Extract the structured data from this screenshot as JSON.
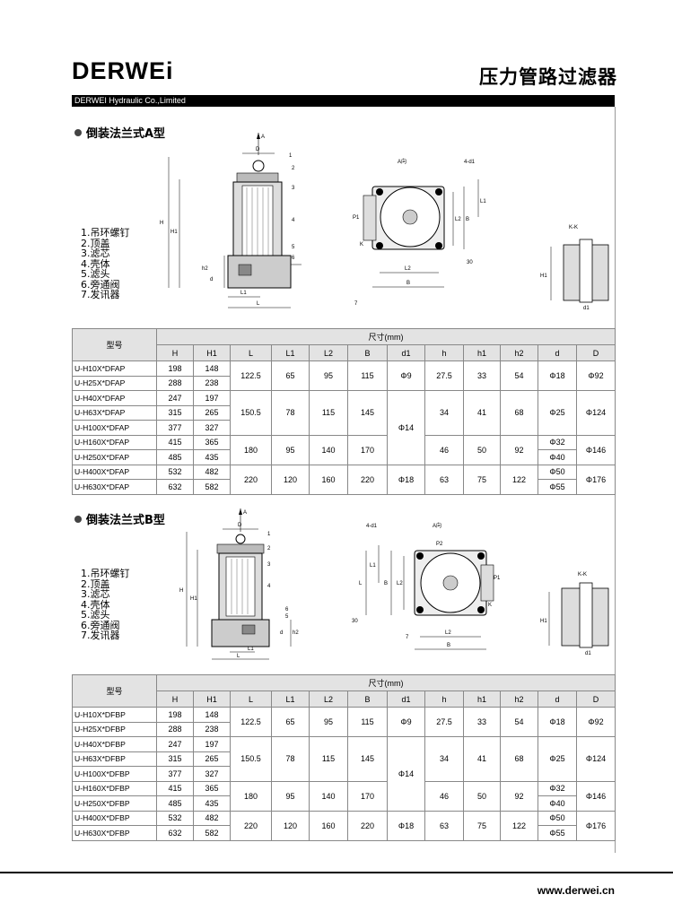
{
  "header": {
    "brand": "DERWEi",
    "title": "压力管路过滤器",
    "company": "DERWEI Hydraulic Co.,Limited"
  },
  "footer": {
    "url": "www.derwei.cn"
  },
  "sections": [
    {
      "title": "倒装法兰式A型",
      "parts": [
        "1.吊环螺钉",
        "2.顶盖",
        "3.滤芯",
        "4.壳体",
        "5.滤头",
        "6.旁通阀",
        "7.发讯器"
      ],
      "labels": {
        "a": "A",
        "d": "D",
        "h": "H",
        "h1": "H1",
        "h2": "h2",
        "dd": "d",
        "l1": "L1",
        "l": "L",
        "p1": "P1",
        "k": "K",
        "b": "B",
        "l2": "L2",
        "ad": "A向",
        "n4d1": "4-d1",
        "kk": "K-K",
        "dsmall": "d1",
        "h30": "30",
        "sevens": "7"
      },
      "table": {
        "model_header": "型号",
        "dim_header": "尺寸(mm)",
        "columns": [
          "H",
          "H1",
          "L",
          "L1",
          "L2",
          "B",
          "d1",
          "h",
          "h1",
          "h2",
          "d",
          "D"
        ],
        "rows": [
          {
            "model": "U-H10X*DFAP",
            "H": "198",
            "H1": "148"
          },
          {
            "model": "U-H25X*DFAP",
            "H": "288",
            "H1": "238"
          },
          {
            "model": "U-H40X*DFAP",
            "H": "247",
            "H1": "197"
          },
          {
            "model": "U-H63X*DFAP",
            "H": "315",
            "H1": "265"
          },
          {
            "model": "U-H100X*DFAP",
            "H": "377",
            "H1": "327"
          },
          {
            "model": "U-H160X*DFAP",
            "H": "415",
            "H1": "365"
          },
          {
            "model": "U-H250X*DFAP",
            "H": "485",
            "H1": "435"
          },
          {
            "model": "U-H400X*DFAP",
            "H": "532",
            "H1": "482"
          },
          {
            "model": "U-H630X*DFAP",
            "H": "632",
            "H1": "582"
          }
        ],
        "g1": {
          "L": "122.5",
          "L1": "65",
          "L2": "95",
          "B": "115",
          "d1": "Φ9",
          "h": "27.5",
          "h1": "33",
          "h2": "54",
          "d": "Φ18",
          "D": "Φ92"
        },
        "g2": {
          "L": "150.5",
          "L1": "78",
          "L2": "115",
          "B": "145",
          "h": "34",
          "h1": "41",
          "h2": "68",
          "d": "Φ25",
          "D": "Φ124"
        },
        "d1mid": "Φ14",
        "g3": {
          "L": "180",
          "L1": "95",
          "L2": "140",
          "B": "170",
          "h": "46",
          "h1": "50",
          "h2": "92",
          "d_a": "Φ32",
          "d_b": "Φ40",
          "D": "Φ146"
        },
        "g4": {
          "L": "220",
          "L1": "120",
          "L2": "160",
          "B": "220",
          "d1": "Φ18",
          "h": "63",
          "h1": "75",
          "h2": "122",
          "d_a": "Φ50",
          "d_b": "Φ55",
          "D": "Φ176"
        }
      }
    },
    {
      "title": "倒装法兰式B型",
      "parts": [
        "1.吊环螺钉",
        "2.顶盖",
        "3.滤芯",
        "4.壳体",
        "5.滤头",
        "6.旁通阀",
        "7.发讯器"
      ],
      "labels": {
        "a": "A",
        "d": "D",
        "h": "H",
        "h1": "H1",
        "h2": "h2",
        "dd": "d",
        "l1": "L1",
        "l": "L",
        "p1": "P1",
        "p2": "P2",
        "k": "K",
        "b": "B",
        "l2": "L2",
        "ad": "A向",
        "n4d1": "4-d1",
        "kk": "K-K",
        "dsmall": "d1",
        "h30": "30",
        "sevens": "7"
      },
      "table": {
        "model_header": "型号",
        "dim_header": "尺寸(mm)",
        "columns": [
          "H",
          "H1",
          "L",
          "L1",
          "L2",
          "B",
          "d1",
          "h",
          "h1",
          "h2",
          "d",
          "D"
        ],
        "rows": [
          {
            "model": "U-H10X*DFBP",
            "H": "198",
            "H1": "148"
          },
          {
            "model": "U-H25X*DFBP",
            "H": "288",
            "H1": "238"
          },
          {
            "model": "U-H40X*DFBP",
            "H": "247",
            "H1": "197"
          },
          {
            "model": "U-H63X*DFBP",
            "H": "315",
            "H1": "265"
          },
          {
            "model": "U-H100X*DFBP",
            "H": "377",
            "H1": "327"
          },
          {
            "model": "U-H160X*DFBP",
            "H": "415",
            "H1": "365"
          },
          {
            "model": "U-H250X*DFBP",
            "H": "485",
            "H1": "435"
          },
          {
            "model": "U-H400X*DFBP",
            "H": "532",
            "H1": "482"
          },
          {
            "model": "U-H630X*DFBP",
            "H": "632",
            "H1": "582"
          }
        ],
        "g1": {
          "L": "122.5",
          "L1": "65",
          "L2": "95",
          "B": "115",
          "d1": "Φ9",
          "h": "27.5",
          "h1": "33",
          "h2": "54",
          "d": "Φ18",
          "D": "Φ92"
        },
        "g2": {
          "L": "150.5",
          "L1": "78",
          "L2": "115",
          "B": "145",
          "h": "34",
          "h1": "41",
          "h2": "68",
          "d": "Φ25",
          "D": "Φ124"
        },
        "d1mid": "Φ14",
        "g3": {
          "L": "180",
          "L1": "95",
          "L2": "140",
          "B": "170",
          "h": "46",
          "h1": "50",
          "h2": "92",
          "d_a": "Φ32",
          "d_b": "Φ40",
          "D": "Φ146"
        },
        "g4": {
          "L": "220",
          "L1": "120",
          "L2": "160",
          "B": "220",
          "d1": "Φ18",
          "h": "63",
          "h1": "75",
          "h2": "122",
          "d_a": "Φ50",
          "d_b": "Φ55",
          "D": "Φ176"
        }
      }
    }
  ]
}
